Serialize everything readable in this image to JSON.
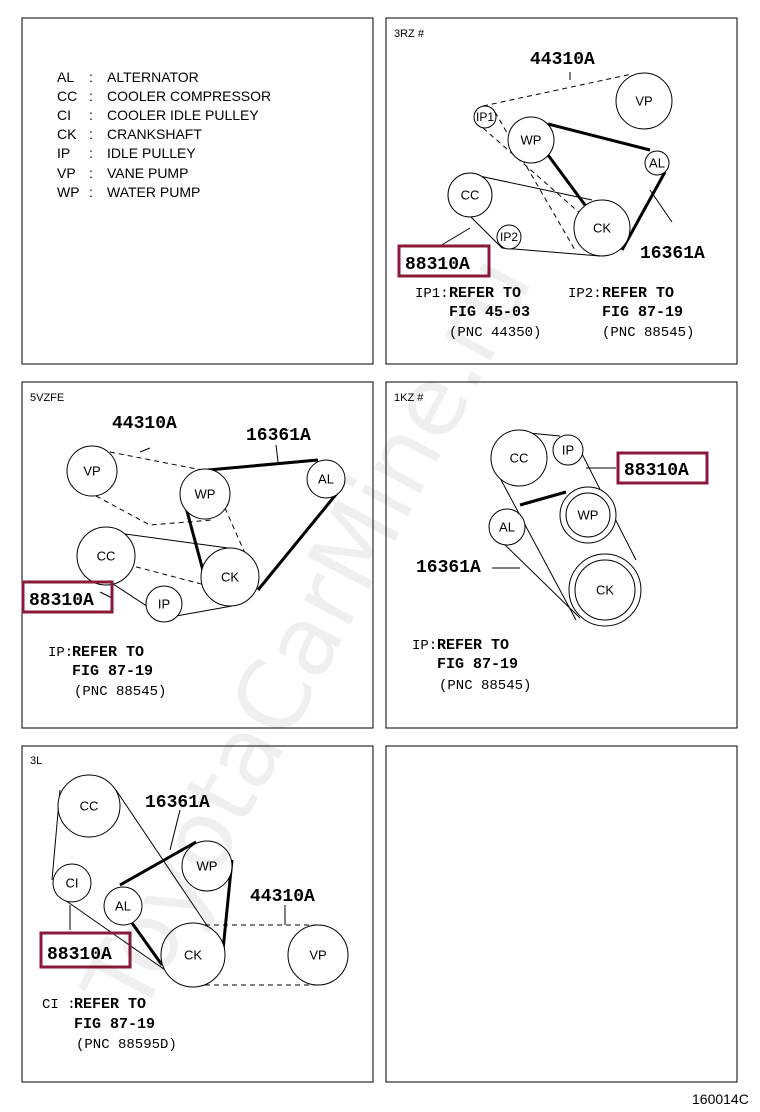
{
  "legend": [
    {
      "abbr": "AL",
      "sep": ":",
      "name": "ALTERNATOR"
    },
    {
      "abbr": "CC",
      "sep": ":",
      "name": "COOLER COMPRESSOR"
    },
    {
      "abbr": "CI",
      "sep": ":",
      "name": "COOLER IDLE PULLEY"
    },
    {
      "abbr": "CK",
      "sep": ":",
      "name": "CRANKSHAFT"
    },
    {
      "abbr": "IP",
      "sep": ":",
      "name": "IDLE PULLEY"
    },
    {
      "abbr": "VP",
      "sep": ":",
      "name": "VANE PUMP"
    },
    {
      "abbr": "WP",
      "sep": ":",
      "name": "WATER PUMP"
    }
  ],
  "panel_3rz": {
    "engine": "3RZ #",
    "part_44310": "44310A",
    "part_16361": "16361A",
    "part_88310": "88310A",
    "pulleys": {
      "vp": "VP",
      "wp": "WP",
      "al": "AL",
      "cc": "CC",
      "ck": "CK",
      "ip1": "IP1",
      "ip2": "IP2"
    },
    "note1": {
      "prefix": "IP1:",
      "line1": "REFER TO",
      "line2": "FIG 45-03",
      "line3": "(PNC 44350)"
    },
    "note2": {
      "prefix": "IP2:",
      "line1": "REFER TO",
      "line2": "FIG 87-19",
      "line3": "(PNC 88545)"
    }
  },
  "panel_5vzfe": {
    "engine": "5VZFE",
    "part_44310": "44310A",
    "part_16361": "16361A",
    "part_88310": "88310A",
    "pulleys": {
      "vp": "VP",
      "wp": "WP",
      "al": "AL",
      "cc": "CC",
      "ck": "CK",
      "ip": "IP"
    },
    "note": {
      "prefix": "IP:",
      "line1": "REFER TO",
      "line2": "FIG 87-19",
      "line3": "(PNC 88545)"
    }
  },
  "panel_1kz": {
    "engine": "1KZ #",
    "part_16361": "16361A",
    "part_88310": "88310A",
    "pulleys": {
      "cc": "CC",
      "ip": "IP",
      "wp": "WP",
      "al": "AL",
      "ck": "CK"
    },
    "note": {
      "prefix": "IP:",
      "line1": "REFER TO",
      "line2": "FIG 87-19",
      "line3": "(PNC 88545)"
    }
  },
  "panel_3l": {
    "engine": "3L",
    "part_44310": "44310A",
    "part_16361": "16361A",
    "part_88310": "88310A",
    "pulleys": {
      "cc": "CC",
      "ci": "CI",
      "al": "AL",
      "wp": "WP",
      "ck": "CK",
      "vp": "VP"
    },
    "note": {
      "prefix": "CI :",
      "line1": "REFER TO",
      "line2": "FIG 87-19",
      "line3": "(PNC 88595D)"
    }
  },
  "watermark": "ToyotaCarMine.ru",
  "figure_code": "160014C",
  "colors": {
    "highlight": "#8b1a3a",
    "line": "#000000",
    "background": "#ffffff"
  }
}
